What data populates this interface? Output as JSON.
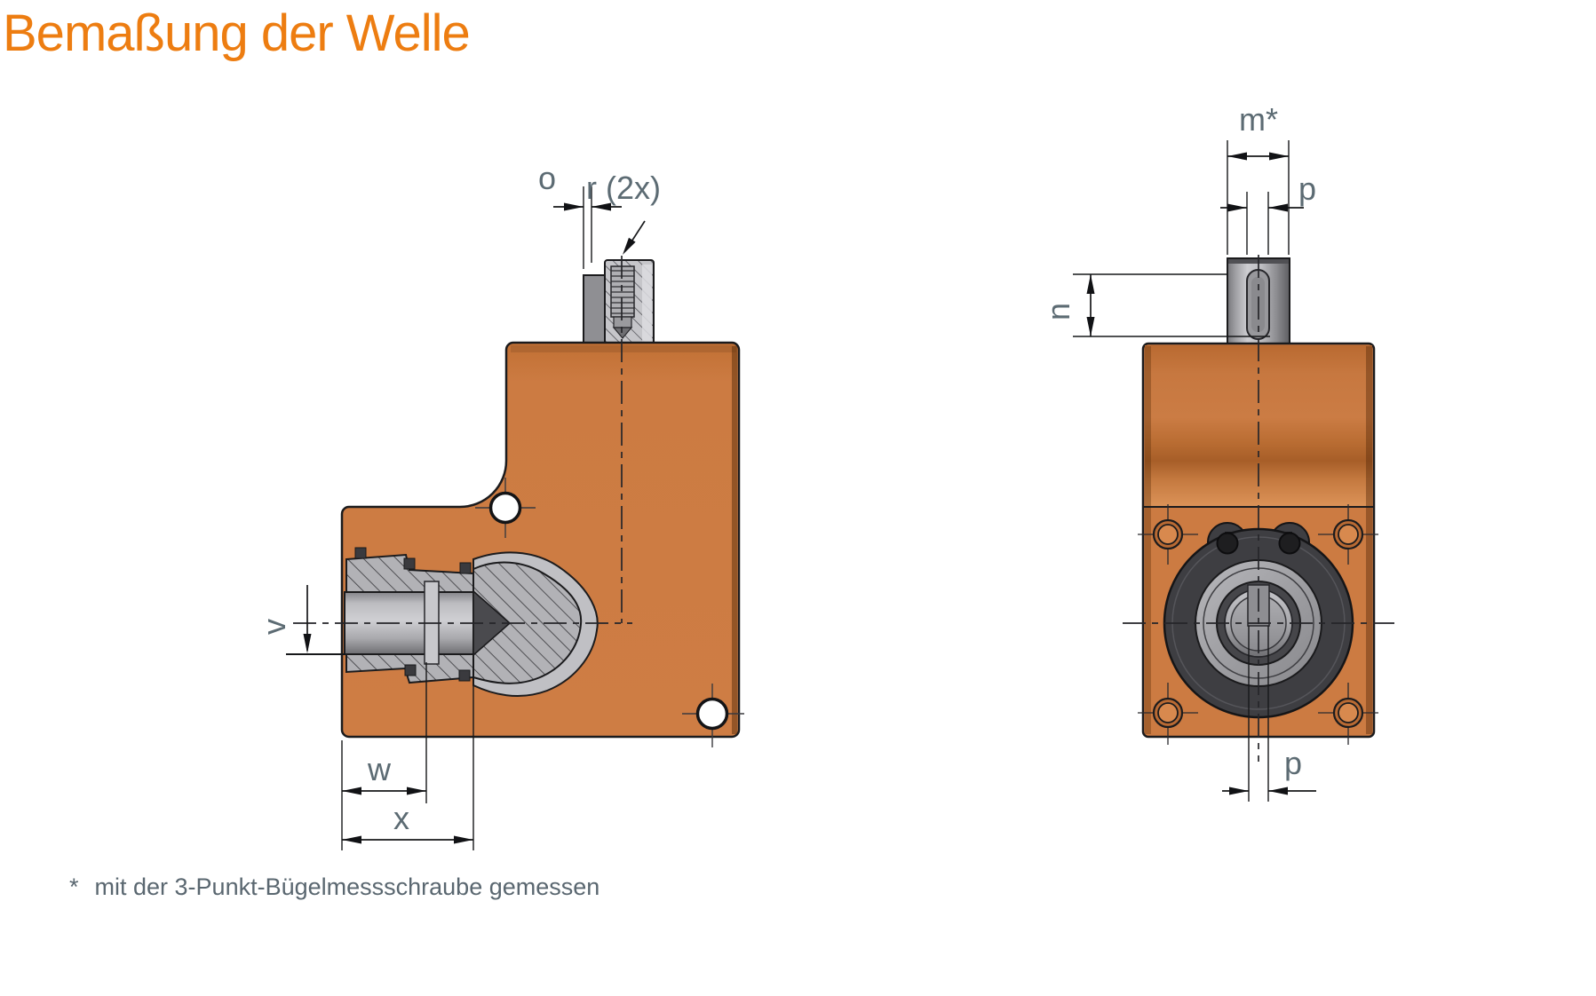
{
  "title": "Bemaßung der Welle",
  "labels": {
    "o": "o",
    "r2x": "r (2x)",
    "v": "v",
    "w": "w",
    "x": "x",
    "m_star": "m*",
    "p_top": "p",
    "n": "n",
    "p_bottom": "p"
  },
  "footnote": {
    "marker": "*",
    "text": "mit der 3-Punkt-Bügelmessschraube gemessen"
  },
  "colors": {
    "title_orange": "#ED7D11",
    "housing_orange": "#CC7B42",
    "dimension_label_gray": "#5C6B73",
    "outline": "#1B1B1D"
  }
}
